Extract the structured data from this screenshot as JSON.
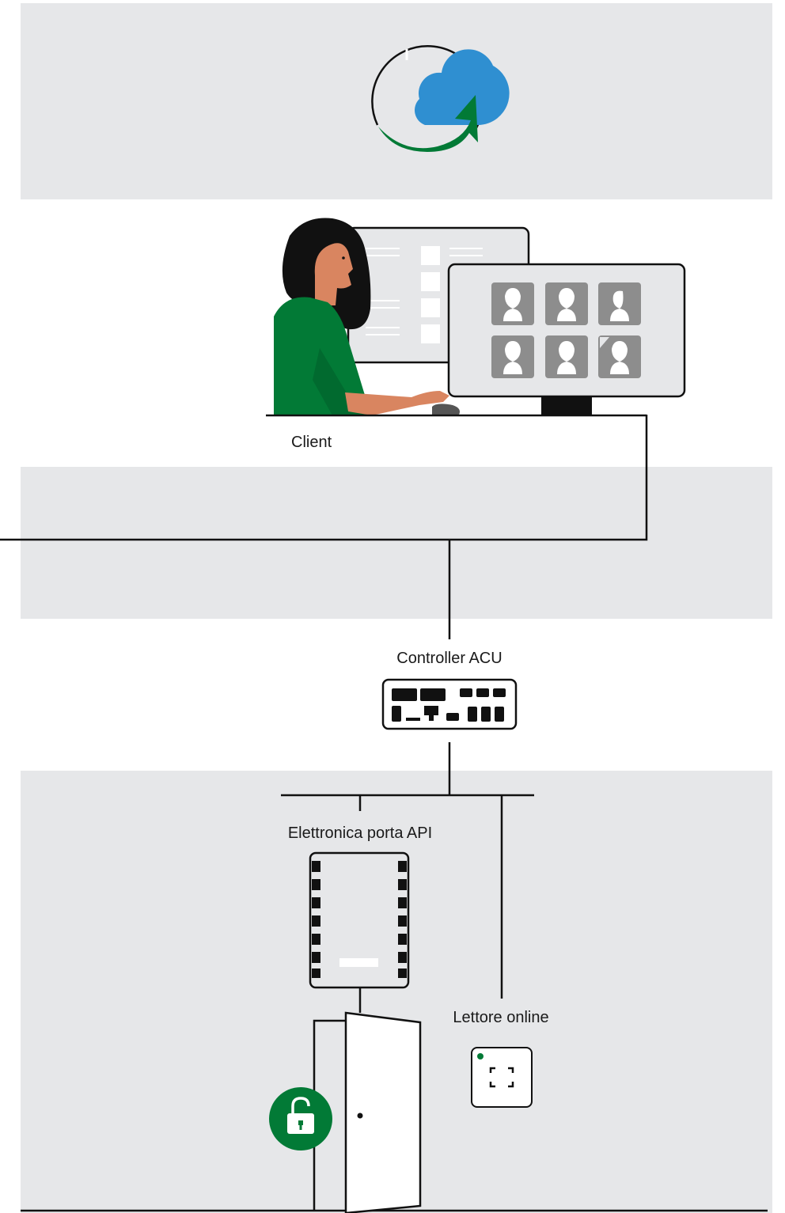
{
  "labels": {
    "client": "Client",
    "controller": "Controller ACU",
    "door_electronics": "Elettronica porta API",
    "online_reader": "Lettore online"
  },
  "icons": {
    "cloud": "cloud-sync-icon",
    "person": "operator-at-desk",
    "monitor": "monitor-with-faces",
    "controller": "controller-unit",
    "door_module": "door-electronics-module",
    "door": "open-door",
    "lock": "unlocked-padlock-icon",
    "reader": "online-reader-icon"
  },
  "colors": {
    "band": "#e6e7e9",
    "line": "#111111",
    "green": "#027a36",
    "blue": "#2f8fd1",
    "skin": "#d98560",
    "hair": "#111111",
    "face_tile": "#8d8d8d"
  }
}
